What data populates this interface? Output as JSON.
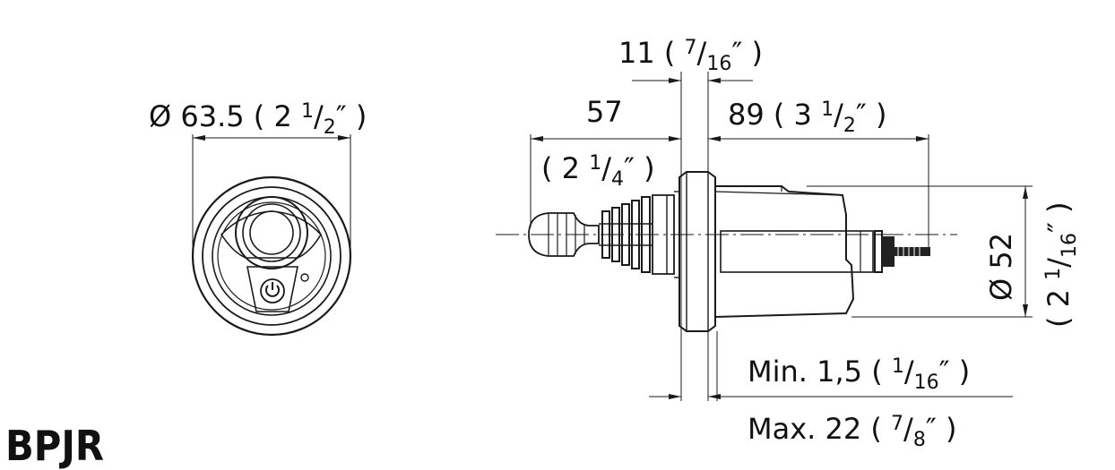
{
  "model": "BPJR",
  "front_view": {
    "diameter": {
      "symbol": "Ø",
      "mm": "63.5",
      "open": "(",
      "whole": "2",
      "num": "1",
      "slash": "/",
      "den": "2",
      "inch": "″",
      "close": ")"
    }
  },
  "side_view": {
    "flange_thickness": {
      "mm": "11",
      "open": "(",
      "num": "7",
      "slash": "/",
      "den": "16",
      "inch": "″",
      "close": ")"
    },
    "front_length": {
      "mm": "57",
      "open": "(",
      "whole": "2",
      "num": "1",
      "slash": "/",
      "den": "4",
      "inch": "″",
      "close": ")"
    },
    "rear_length": {
      "mm": "89",
      "open": "(",
      "whole": "3",
      "num": "1",
      "slash": "/",
      "den": "2",
      "inch": "″",
      "close": ")"
    },
    "body_diameter": {
      "symbol": "Ø",
      "mm": "52",
      "open": "(",
      "whole": "2",
      "num": "1",
      "slash": "/",
      "den": "16",
      "inch": "″",
      "close": ")"
    },
    "panel_min": {
      "prefix": "Min.",
      "mm": "1,5",
      "open": "(",
      "num": "1",
      "slash": "/",
      "den": "16",
      "inch": "″",
      "close": ")"
    },
    "panel_max": {
      "prefix": "Max.",
      "mm": "22",
      "open": "(",
      "num": "7",
      "slash": "/",
      "den": "8",
      "inch": "″",
      "close": ")"
    }
  }
}
